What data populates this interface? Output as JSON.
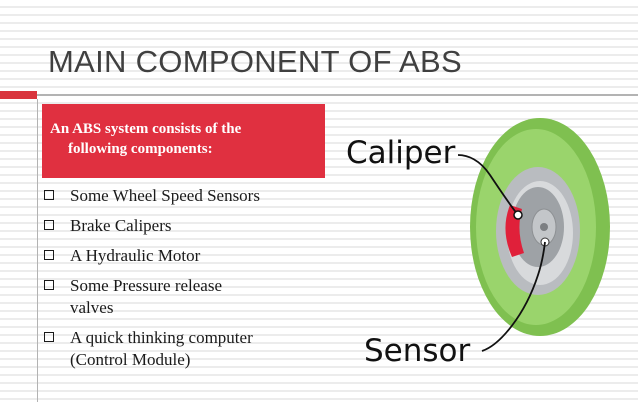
{
  "slide": {
    "title": "MAIN COMPONENT OF ABS",
    "intro_line1": "An ABS system  consists of the",
    "intro_line2": "following components:",
    "bullets": [
      {
        "line1": "Some Wheel Speed Sensors"
      },
      {
        "line1": "Brake Calipers"
      },
      {
        "line1": "A Hydraulic Motor"
      },
      {
        "line1": "Some Pressure release",
        "line2": "valves"
      },
      {
        "line1": "A quick thinking computer",
        "line2": "(Control Module)"
      }
    ]
  },
  "figure": {
    "caliper_label": "Caliper",
    "sensor_label": "Sensor"
  },
  "colors": {
    "accent_red": "#e03040",
    "tire_green": "#8ccc5c",
    "caliper_red": "#e0203a"
  }
}
